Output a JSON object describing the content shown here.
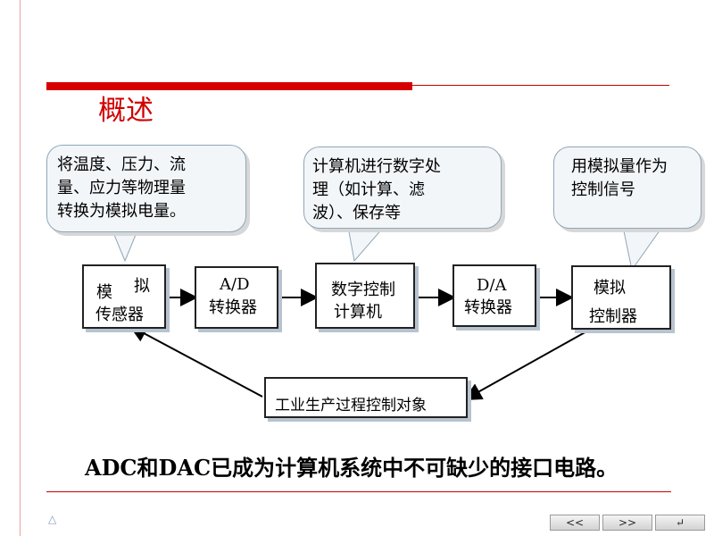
{
  "slide": {
    "title": "概述",
    "callouts": [
      {
        "text": "将温度、压力、流\n量、应力等物理量\n转换为模拟电量。"
      },
      {
        "text": "计算机进行数字处\n理（如计算、滤\n波）、保存等"
      },
      {
        "text": "用模拟量作为\n控制信号"
      }
    ],
    "blocks": {
      "sensor": {
        "line1a": "模",
        "line1b": "拟",
        "line2": "传感器"
      },
      "ad": {
        "line1": "A/D",
        "line2": "转换器"
      },
      "computer": {
        "line1": "数字控制",
        "line2": "计算机"
      },
      "da": {
        "line1": "D/A",
        "line2": "转换器"
      },
      "controller": {
        "line1": "模拟",
        "line2": "控制器"
      },
      "plant": {
        "label": "工业生产过程控制对象"
      }
    },
    "conclusion": "ADC和DAC已成为计算机系统中不可缺少的接口电路。",
    "nav": {
      "home_icon": "triangle-home-icon",
      "prev_label": "<<",
      "next_label": ">>",
      "return_label": "↵"
    }
  }
}
